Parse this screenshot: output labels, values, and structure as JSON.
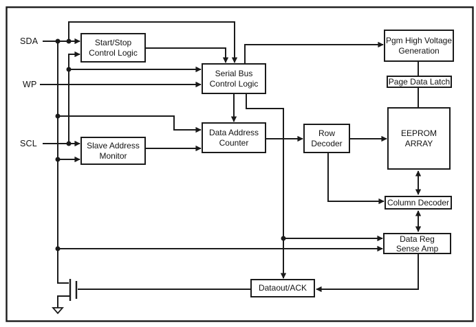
{
  "pins": {
    "sda": "SDA",
    "wp": "WP",
    "scl": "SCL"
  },
  "blocks": {
    "start_stop": {
      "lines": [
        "Start/Stop",
        "Control Logic"
      ]
    },
    "serial_bus": {
      "lines": [
        "Serial Bus",
        "Control Logic"
      ]
    },
    "slave_address": {
      "lines": [
        "Slave Address",
        "Monitor"
      ]
    },
    "data_address": {
      "lines": [
        "Data Address",
        "Counter"
      ]
    },
    "row_decoder": {
      "lines": [
        "Row",
        "Decoder"
      ]
    },
    "pgm_high_voltage": {
      "lines": [
        "Pgm High Voltage",
        "Generation"
      ]
    },
    "page_data_latch": {
      "lines": [
        "Page Data Latch"
      ]
    },
    "eeprom_array": {
      "lines": [
        "EEPROM",
        "ARRAY"
      ]
    },
    "column_decoder": {
      "lines": [
        "Column Decoder"
      ]
    },
    "data_reg_sense_amp": {
      "lines": [
        "Data Reg",
        "Sense Amp"
      ]
    },
    "dataout_ack": {
      "lines": [
        "Dataout/ACK"
      ]
    }
  },
  "colors": {
    "line": "#1a1a1a",
    "background": "#ffffff",
    "text": "#111111"
  }
}
